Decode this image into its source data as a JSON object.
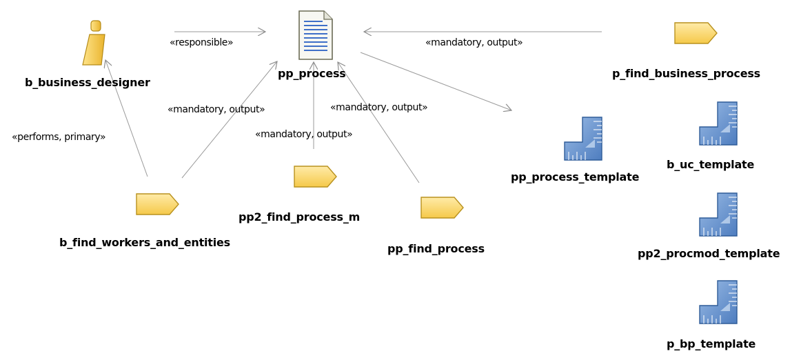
{
  "nodes": {
    "business_designer": "b_business_designer",
    "pp_process": "pp_process",
    "p_find_business_process": "p_find_business_process",
    "b_find_workers_and_entities": "b_find_workers_and_entities",
    "pp2_find_process_m": "pp2_find_process_m",
    "pp_find_process": "pp_find_process",
    "pp_process_template": "pp_process_template",
    "b_uc_template": "b_uc_template",
    "pp2_procmod_template": "pp2_procmod_template",
    "p_bp_template": "p_bp_template"
  },
  "edges": {
    "responsible": "«responsible»",
    "performs_primary": "«performs, primary»",
    "mandatory_output_1": "«mandatory, output»",
    "mandatory_output_2": "«mandatory, output»",
    "mandatory_output_3": "«mandatory, output»",
    "mandatory_output_4": "«mandatory, output»"
  },
  "icons": {
    "role": "role-icon",
    "artifact": "artifact-document-icon",
    "task": "task-icon",
    "template": "template-ruler-icon"
  },
  "colors": {
    "task_fill": "#FBD96A",
    "task_stroke": "#B8911E",
    "role_fill": "#F4C84C",
    "template_fill": "#6E97CF",
    "template_stroke": "#2F5C98",
    "doc_lines": "#3E6FC8",
    "edge_line": "#9A9A9A"
  }
}
